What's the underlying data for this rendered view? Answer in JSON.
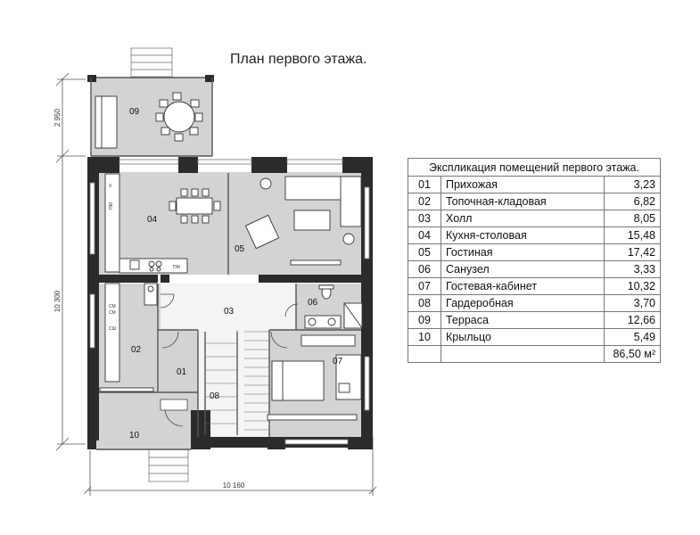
{
  "plan": {
    "title": "План первого этажа.",
    "dimensions": {
      "width_total": "10 160",
      "height_total": "10 300",
      "terrace_depth": "2 950"
    },
    "rooms": [
      {
        "id": "01"
      },
      {
        "id": "02"
      },
      {
        "id": "03"
      },
      {
        "id": "04"
      },
      {
        "id": "05"
      },
      {
        "id": "06"
      },
      {
        "id": "07"
      },
      {
        "id": "08"
      },
      {
        "id": "09"
      },
      {
        "id": "10"
      }
    ],
    "appliance_labels": [
      "ПМ",
      "ПМ",
      "Х",
      "СМ",
      "СМ",
      "СШ"
    ]
  },
  "legend": {
    "title": "Экспликация помещений первого этажа.",
    "rows": [
      {
        "num": "01",
        "name": "Прихожая",
        "area": "3,23"
      },
      {
        "num": "02",
        "name": "Топочная-кладовая",
        "area": "6,82"
      },
      {
        "num": "03",
        "name": "Холл",
        "area": "8,05"
      },
      {
        "num": "04",
        "name": "Кухня-столовая",
        "area": "15,48"
      },
      {
        "num": "05",
        "name": "Гостиная",
        "area": "17,42"
      },
      {
        "num": "06",
        "name": "Санузел",
        "area": "3,33"
      },
      {
        "num": "07",
        "name": "Гостевая-кабинет",
        "area": "10,32"
      },
      {
        "num": "08",
        "name": "Гардеробная",
        "area": "3,70"
      },
      {
        "num": "09",
        "name": "Терраса",
        "area": "12,66"
      },
      {
        "num": "10",
        "name": "Крыльцо",
        "area": "5,49"
      }
    ],
    "total": "86,50 м²"
  },
  "colors": {
    "wall": "#2b2b2b",
    "floor": "#d3d3d3",
    "line": "#555555"
  }
}
